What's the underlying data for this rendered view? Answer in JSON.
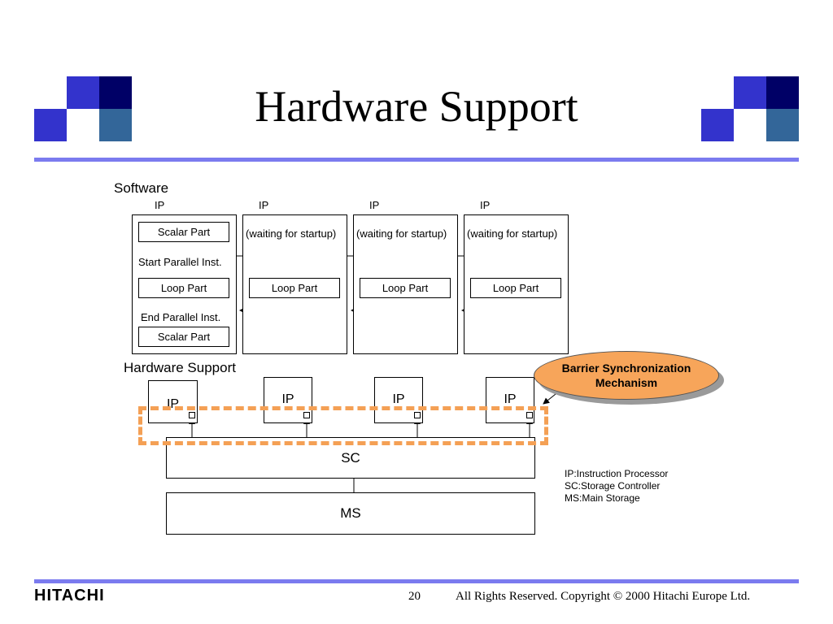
{
  "title": "Hardware Support",
  "software_label": "Software",
  "hardware_label": "Hardware Support",
  "ip_label": "IP",
  "ip_columns": [
    {
      "label": "IP",
      "scalar_top": "Scalar Part",
      "start": "Start Parallel Inst.",
      "loop": "Loop Part",
      "end": "End Parallel Inst.",
      "scalar_bottom": "Scalar Part"
    },
    {
      "label": "IP",
      "waiting": "(waiting for startup)",
      "loop": "Loop Part"
    },
    {
      "label": "IP",
      "waiting": "(waiting for startup)",
      "loop": "Loop Part"
    },
    {
      "label": "IP",
      "waiting": "(waiting for startup)",
      "loop": "Loop Part"
    }
  ],
  "hardware_ips": [
    "IP",
    "IP",
    "IP",
    "IP"
  ],
  "sc_label": "SC",
  "ms_label": "MS",
  "callout": {
    "line1": "Barrier Synchronization",
    "line2": "Mechanism"
  },
  "legend": [
    "IP:Instruction Processor",
    "SC:Storage Controller",
    "MS:Main Storage"
  ],
  "footer": {
    "brand": "HITACHI",
    "page": "20",
    "copyright": "All Rights Reserved. Copyright © 2000 Hitachi Europe Ltd."
  },
  "colors": {
    "accent_rule": "#7b7bef",
    "dashed_border": "#f4a055",
    "callout_fill": "#f7a55a",
    "deco_blue": "#3333cc",
    "deco_navy": "#000066",
    "deco_steel": "#336699"
  }
}
